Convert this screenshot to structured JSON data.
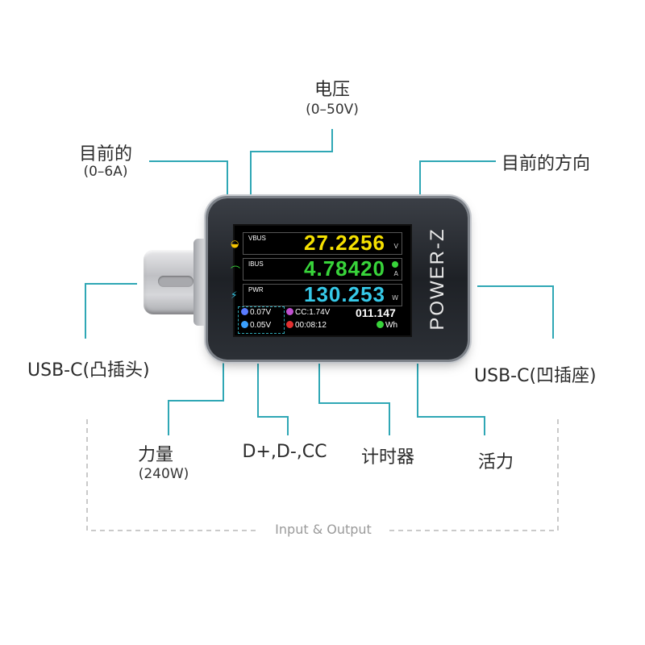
{
  "labels": {
    "voltage": {
      "title": "电压",
      "range": "(0–50V)"
    },
    "current": {
      "title": "目前的",
      "range": "(0–6A)"
    },
    "direction": {
      "title": "目前的方向"
    },
    "usb_male": {
      "title": "USB-C(凸插头)"
    },
    "usb_female": {
      "title": "USB-C(凹插座)"
    },
    "power": {
      "title": "力量",
      "range": "(240W)"
    },
    "data_pins": {
      "title": "D+,D-,CC"
    },
    "timer": {
      "title": "计时器"
    },
    "energy": {
      "title": "活力"
    },
    "io": {
      "title": "Input & Output"
    }
  },
  "device": {
    "brand": "POWER-Z",
    "vbus": {
      "tag": "VBUS",
      "value": "27.2256",
      "unit": "V",
      "color": "#f5e000"
    },
    "ibus": {
      "tag": "IBUS",
      "value": "4.78420",
      "unit": "A",
      "color": "#38d43a"
    },
    "pwr": {
      "tag": "PWR",
      "value": "130.253",
      "unit": "W",
      "color": "#36c9e8"
    },
    "dplus": "0.07V",
    "dminus": "0.05V",
    "cc": "CC:1.74V",
    "timer": "00:08:12",
    "energy_value": "011.147",
    "energy_unit": "Wh"
  },
  "colors": {
    "line": "#2fa7b5",
    "dashed": "#b8b8b8"
  }
}
